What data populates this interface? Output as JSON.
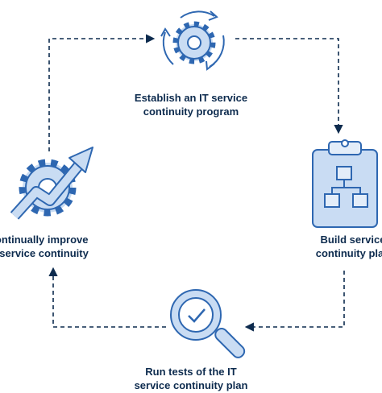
{
  "colors": {
    "ink": "#0d2b4e",
    "icon_fill": "#c9dcf3",
    "icon_fill_light": "#e3edf9",
    "icon_stroke": "#2e67b1"
  },
  "steps": [
    {
      "id": "establish",
      "icon": "gear-cycle-icon",
      "lines": [
        "Establish an IT service",
        "continuity program"
      ]
    },
    {
      "id": "build",
      "icon": "clipboard-flowchart-icon",
      "lines": [
        "Build service",
        "continuity plan"
      ]
    },
    {
      "id": "test",
      "icon": "magnifier-check-icon",
      "lines": [
        "Run tests of the IT",
        "service continuity plan"
      ]
    },
    {
      "id": "improve",
      "icon": "gear-arrow-up-icon",
      "lines": [
        "Continually improve",
        "IT service continuity"
      ]
    }
  ]
}
